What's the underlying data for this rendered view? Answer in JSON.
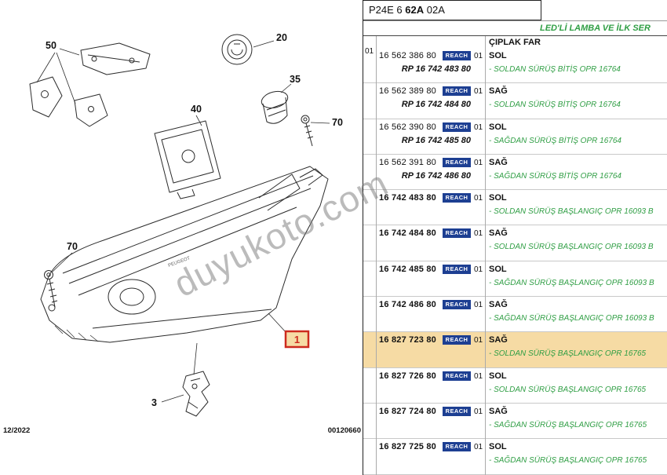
{
  "header": {
    "code_prefix": "P24E 6 ",
    "code_bold": "62A",
    "code_suffix": " 02A",
    "subtitle": "LED'Lİ LAMBA VE İLK SER"
  },
  "table": {
    "index": "01",
    "group_header": "ÇIPLAK FAR",
    "reach_label": "REACH",
    "rows": [
      {
        "part": "16 562 386 80",
        "rp": "RP 16 742 483 80",
        "qty": "01",
        "side": "SOL",
        "desc": "- SOLDAN SÜRÜŞ BİTİŞ OPR 16764",
        "highlight": false
      },
      {
        "part": "16 562 389 80",
        "rp": "RP 16 742 484 80",
        "qty": "01",
        "side": "SAĞ",
        "desc": "- SOLDAN SÜRÜŞ BİTİŞ OPR 16764",
        "highlight": false
      },
      {
        "part": "16 562 390 80",
        "rp": "RP 16 742 485 80",
        "qty": "01",
        "side": "SOL",
        "desc": "- SAĞDAN SÜRÜŞ BİTİŞ OPR 16764",
        "highlight": false
      },
      {
        "part": "16 562 391 80",
        "rp": "RP 16 742 486 80",
        "qty": "01",
        "side": "SAĞ",
        "desc": "- SAĞDAN SÜRÜŞ BİTİŞ OPR 16764",
        "highlight": false
      },
      {
        "part": "16 742 483 80",
        "rp": "",
        "qty": "01",
        "side": "SOL",
        "desc": "- SOLDAN SÜRÜŞ BAŞLANGIÇ OPR 16093 B",
        "highlight": false
      },
      {
        "part": "16 742 484 80",
        "rp": "",
        "qty": "01",
        "side": "SAĞ",
        "desc": "- SOLDAN SÜRÜŞ BAŞLANGIÇ OPR 16093 B",
        "highlight": false
      },
      {
        "part": "16 742 485 80",
        "rp": "",
        "qty": "01",
        "side": "SOL",
        "desc": "- SAĞDAN SÜRÜŞ BAŞLANGIÇ OPR 16093 B",
        "highlight": false
      },
      {
        "part": "16 742 486 80",
        "rp": "",
        "qty": "01",
        "side": "SAĞ",
        "desc": "- SAĞDAN SÜRÜŞ BAŞLANGIÇ OPR 16093 B",
        "highlight": false
      },
      {
        "part": "16 827 723 80",
        "rp": "",
        "qty": "01",
        "side": "SAĞ",
        "desc": "- SOLDAN SÜRÜŞ BAŞLANGIÇ OPR 16765",
        "highlight": true
      },
      {
        "part": "16 827 726 80",
        "rp": "",
        "qty": "01",
        "side": "SOL",
        "desc": "- SOLDAN SÜRÜŞ BAŞLANGIÇ OPR 16765",
        "highlight": false
      },
      {
        "part": "16 827 724 80",
        "rp": "",
        "qty": "01",
        "side": "SAĞ",
        "desc": "- SAĞDAN SÜRÜŞ BAŞLANGIÇ OPR 16765",
        "highlight": false
      },
      {
        "part": "16 827 725 80",
        "rp": "",
        "qty": "01",
        "side": "SOL",
        "desc": "- SAĞDAN SÜRÜŞ BAŞLANGIÇ OPR 16765",
        "highlight": false
      }
    ]
  },
  "diagram": {
    "label_50": "50",
    "label_20": "20",
    "label_35": "35",
    "label_40": "40",
    "label_70a": "70",
    "label_70b": "70",
    "label_3": "3",
    "callout_1": "1",
    "lens_text": "PEUGEOT",
    "date": "12/2022",
    "doc_number": "00120660"
  },
  "watermark": "duyukoto.com",
  "colors": {
    "highlight": "#f6dba4",
    "green_text": "#2f9e44",
    "reach_blue": "#1d3f92",
    "callout_red": "#cd2a1e"
  }
}
